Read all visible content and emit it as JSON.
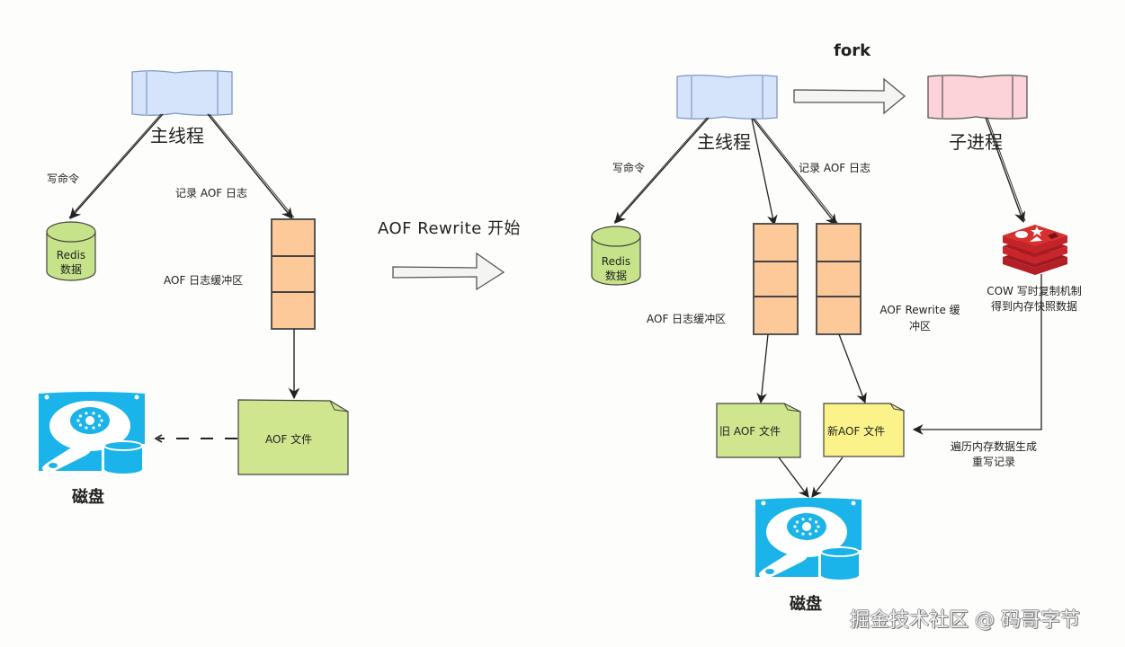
{
  "colors": {
    "process_main": "#d6e4fb",
    "process_main_stroke": "#7d98c8",
    "process_child": "#fbd3d8",
    "process_child_stroke": "#555555",
    "buffer_fill": "#fec998",
    "buffer_stroke": "#555555",
    "db_fill": "#c7e38a",
    "file_old_fill": "#cfe68f",
    "file_new_fill": "#fbf38a",
    "disk_blue": "#1ab4ea",
    "redis_red": "#c8252c",
    "big_arrow_fill": "#f4f4f0"
  },
  "left": {
    "main_thread_label": "主线程",
    "write_cmd_label": "写命令",
    "record_aof_label": "记录 AOF 日志",
    "db_label_line1": "Redis",
    "db_label_line2": "数据",
    "buffer_label": "AOF 日志缓冲区",
    "aof_file_label": "AOF 文件",
    "disk_label": "磁盘"
  },
  "transition": {
    "label": "AOF Rewrite 开始"
  },
  "right": {
    "fork_label": "fork",
    "main_thread_label": "主线程",
    "child_process_label": "子进程",
    "write_cmd_label": "写命令",
    "record_aof_label": "记录 AOF 日志",
    "db_label_line1": "Redis",
    "db_label_line2": "数据",
    "aof_buffer_label": "AOF 日志缓冲区",
    "rewrite_buffer_label_line1": "AOF Rewrite 缓",
    "rewrite_buffer_label_line2": "冲区",
    "cow_label_line1": "COW 写时复制机制",
    "cow_label_line2": "得到内存快照数据",
    "old_file_label": "旧 AOF 文件",
    "new_file_label": "新AOF 文件",
    "traverse_label_line1": "遍历内存数据生成",
    "traverse_label_line2": "重写记录",
    "disk_label": "磁盘"
  },
  "watermark": "掘金技术社区 @ 码哥字节"
}
